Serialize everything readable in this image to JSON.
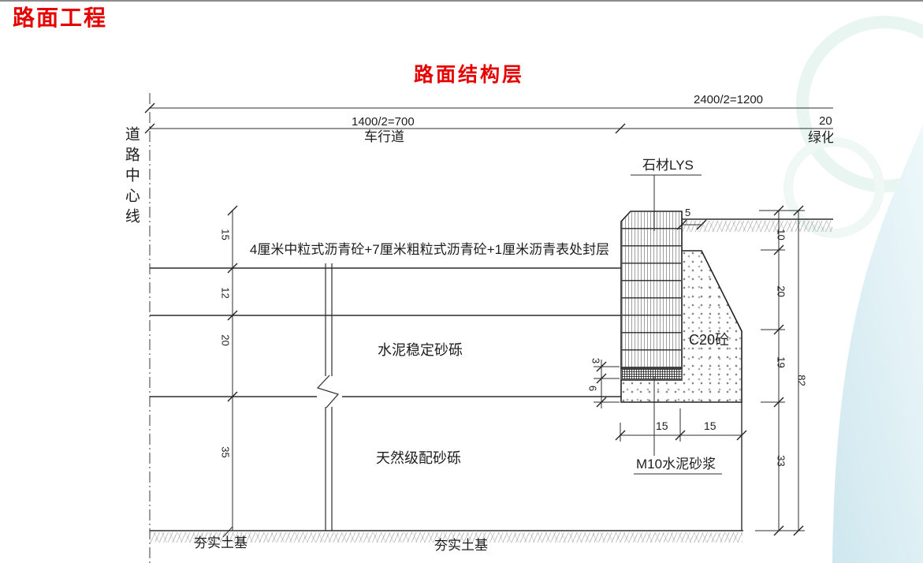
{
  "slide": {
    "title": "路面工程",
    "subtitle": "路面结构层"
  },
  "diagram": {
    "centerline_label": "道路中心线",
    "top_dimensions": {
      "total_half_width": "2400/2=1200",
      "carriageway_width": "1400/2=700",
      "carriageway_label": "车行道",
      "greenbelt_width": "20",
      "greenbelt_label": "绿化"
    },
    "layer_labels": {
      "asphalt": "4厘米中粒式沥青砼+7厘米粗粒式沥青砼+1厘米沥青表处封层",
      "cement_stabilized_gravel": "水泥稳定砂砾",
      "natural_graded_gravel": "天然级配砂砾",
      "compacted_subgrade_left": "夯实土基",
      "compacted_subgrade_right": "夯实土基"
    },
    "left_thickness_dims": [
      "15",
      "12",
      "20",
      "35"
    ],
    "right_depth_dims": {
      "segments": [
        "10",
        "20",
        "19",
        "33"
      ],
      "total": "82"
    },
    "curb": {
      "stone_label": "石材LYS",
      "concrete_label": "C20砼",
      "mortar_label": "M10水泥砂浆",
      "reveal_offset": "5",
      "mortar_thickness": "3",
      "bed_thickness": "6",
      "width_left": "15",
      "width_right": "15"
    }
  },
  "colors": {
    "title_red": "#e60000",
    "line_dark": "#2d2d2d",
    "swoosh_blue": "#cfe7ef"
  }
}
